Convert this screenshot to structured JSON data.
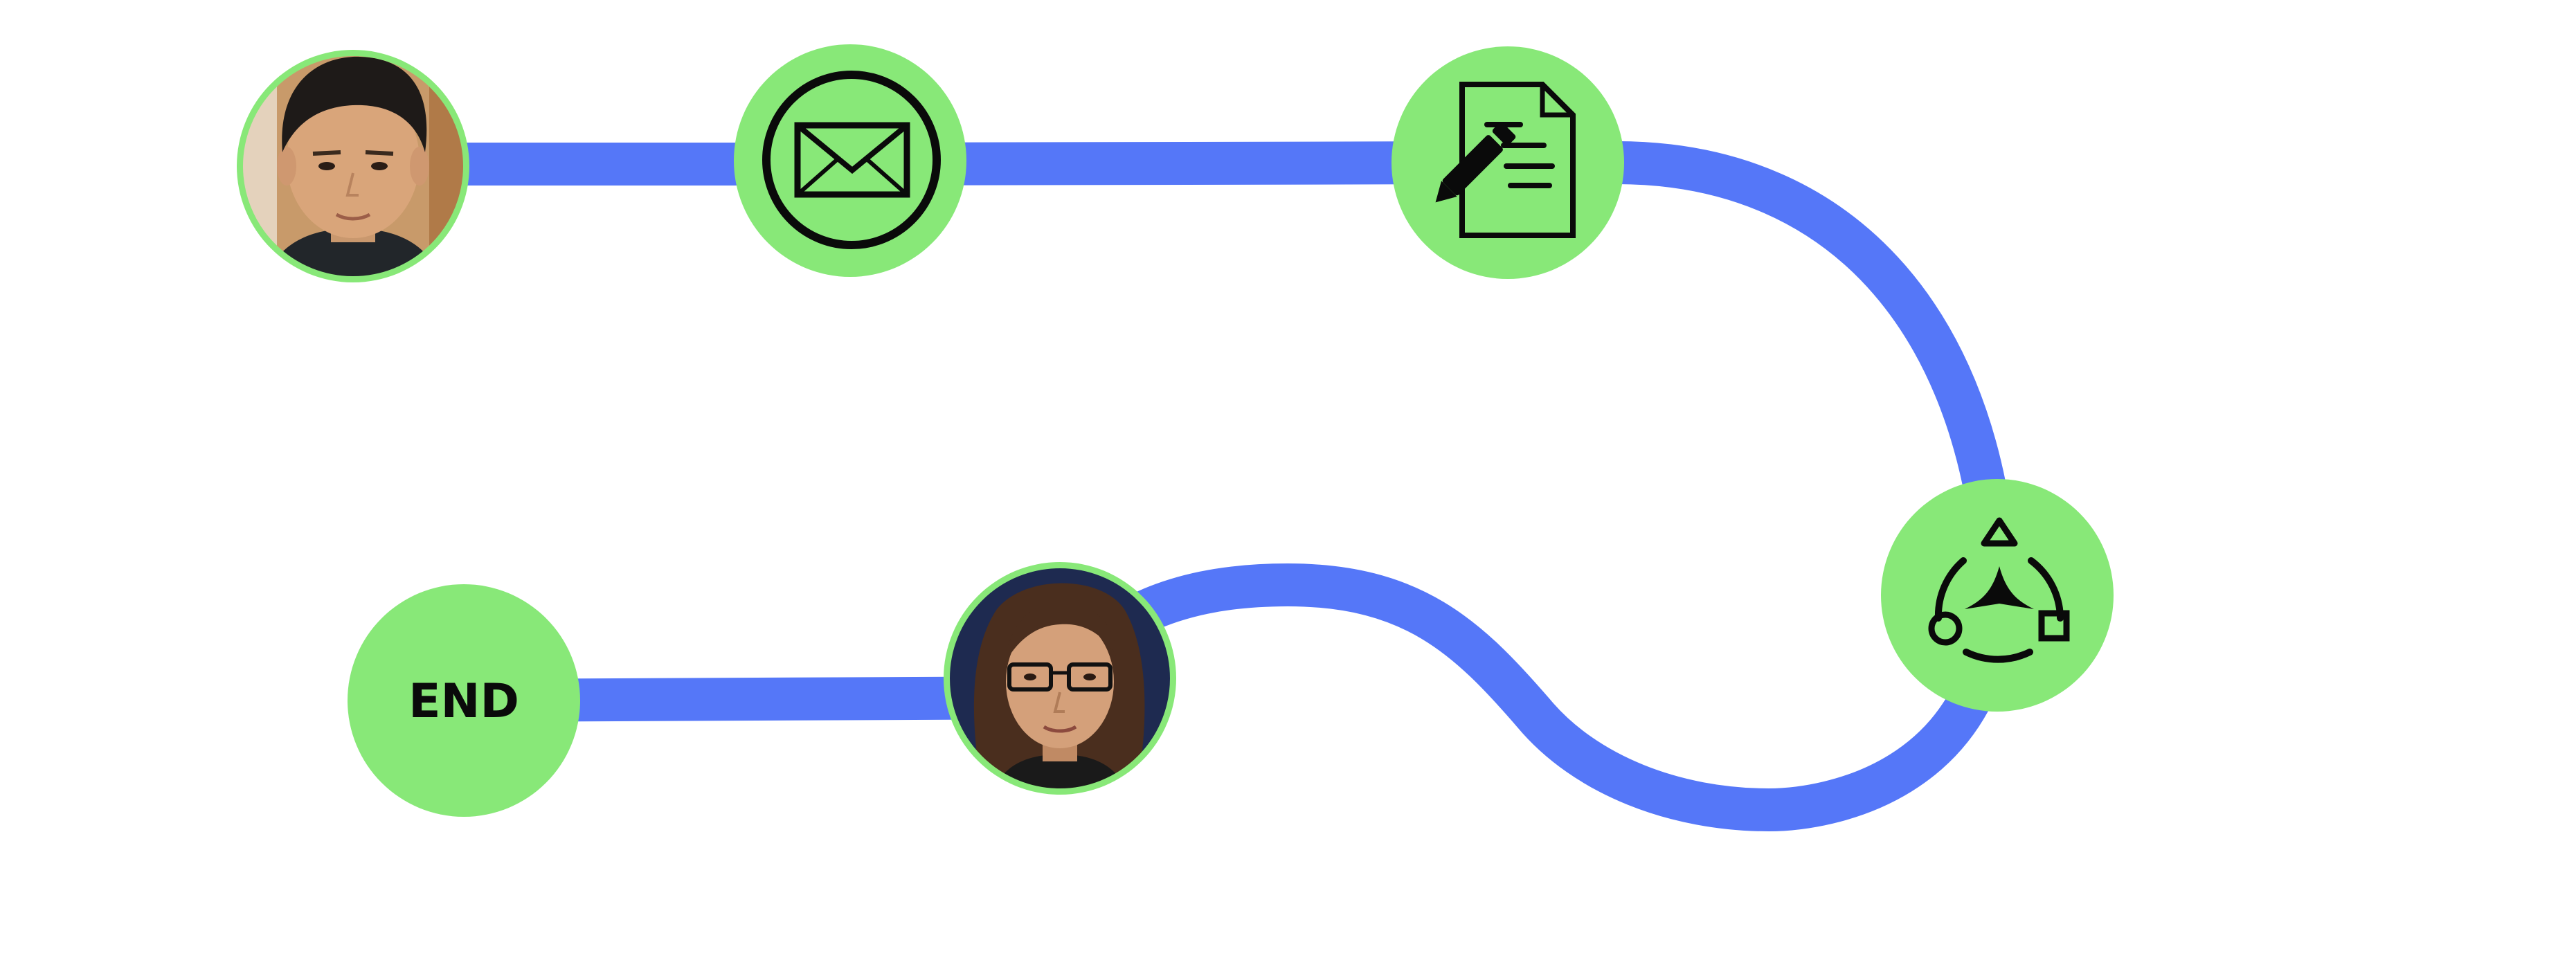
{
  "colors": {
    "path": "#5577f8",
    "node_fill": "#88e878",
    "icon_stroke": "#0a0a0a",
    "background": "#ffffff",
    "avatar_man_bg": "#c4905a",
    "avatar_woman_bg": "#1e2a50"
  },
  "nodes": [
    {
      "name": "person-1-avatar",
      "kind": "photo",
      "icon": "man-portrait"
    },
    {
      "name": "email-node",
      "kind": "icon",
      "icon": "envelope-icon"
    },
    {
      "name": "document-edit-node",
      "kind": "icon",
      "icon": "document-pen-icon"
    },
    {
      "name": "workflow-node",
      "kind": "icon",
      "icon": "shapes-cycle-icon"
    },
    {
      "name": "person-2-avatar",
      "kind": "photo",
      "icon": "woman-portrait"
    },
    {
      "name": "end-node",
      "kind": "label",
      "icon": ""
    }
  ],
  "end_node": {
    "label": "END"
  }
}
